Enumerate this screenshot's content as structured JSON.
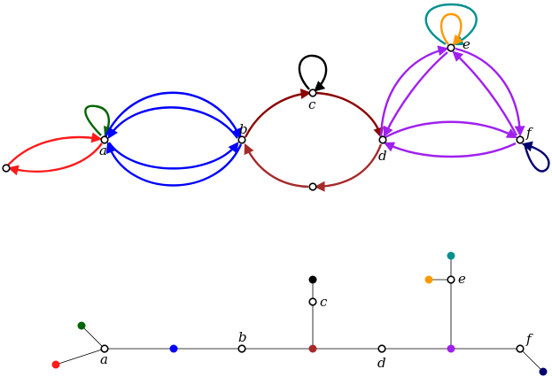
{
  "vertex_labels": {
    "a": "a",
    "b": "b",
    "c": "c",
    "d": "d",
    "e": "e",
    "f": "f"
  },
  "colors": {
    "red": "#ff1a1a",
    "green": "#006400",
    "blue": "#0000ff",
    "darkred": "#8b0000",
    "brown": "#a52a2a",
    "purple": "#a020f0",
    "teal": "#009090",
    "orange": "#ff9900",
    "navy": "#00006e",
    "black": "#000000"
  }
}
